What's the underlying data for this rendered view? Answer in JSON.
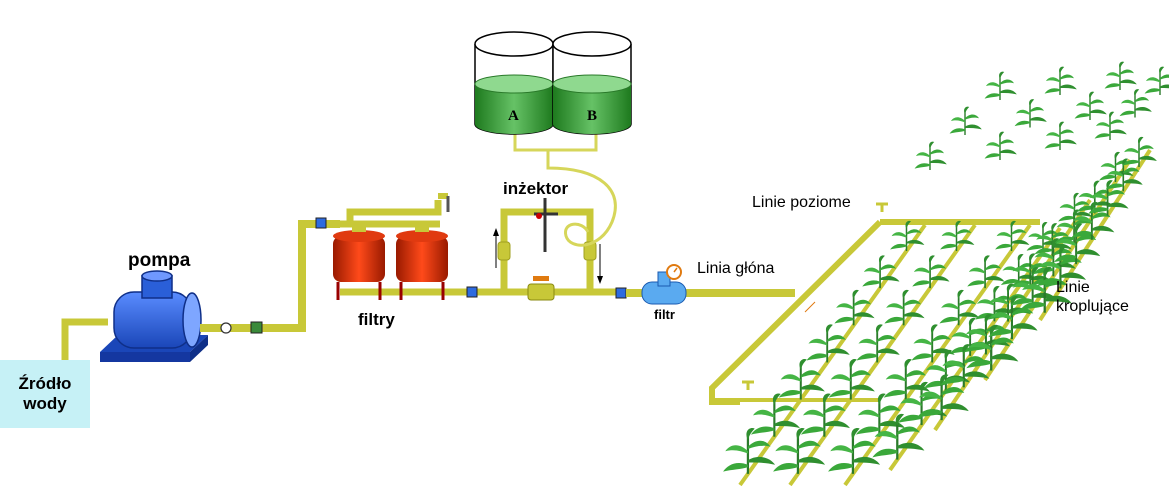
{
  "labels": {
    "water_source": "Źródło\nwody",
    "pump": "pompa",
    "filters": "filtry",
    "injector": "inżektor",
    "tank_a": "A",
    "tank_b": "B",
    "filter": "filtr",
    "main_line": "Linia głóna",
    "horizontal_lines": "Linie poziome",
    "drip_lines": "Linie\nkroplujące"
  },
  "colors": {
    "pipe": "#c8c838",
    "pump": "#2a5fd8",
    "filter_tank": "#cc2200",
    "liquid": "#3aa03a",
    "source_box": "#c6f1f6",
    "plant": "#2f9a2f"
  }
}
